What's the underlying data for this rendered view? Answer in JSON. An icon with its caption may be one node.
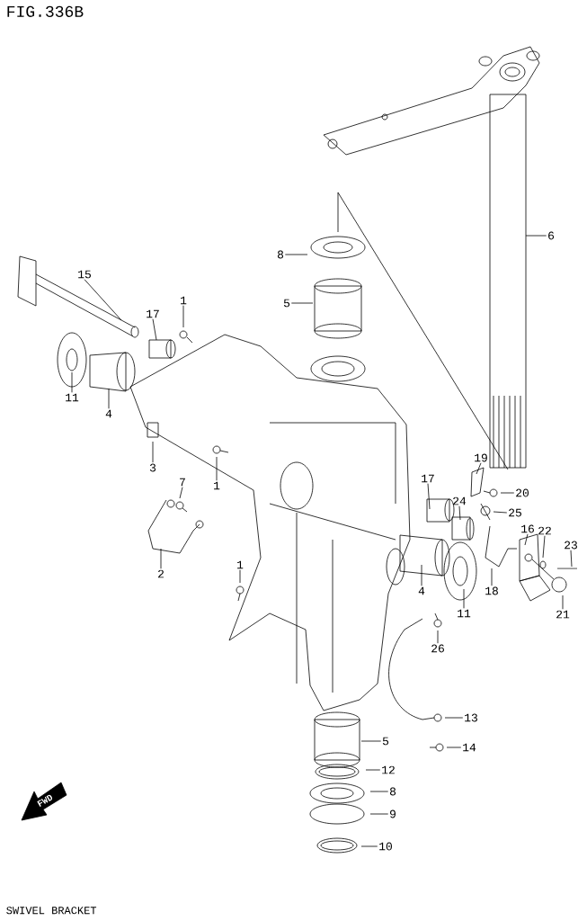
{
  "diagram": {
    "title": "FIG.336B",
    "caption": "SWIVEL BRACKET",
    "nodes": [
      {
        "text": [
          "6"
        ]
      },
      {
        "text": [
          "8"
        ]
      },
      {
        "text": [
          "5"
        ]
      },
      {
        "text": [
          "15"
        ]
      },
      {
        "text": [
          "1"
        ]
      },
      {
        "text": [
          "17"
        ]
      },
      {
        "text": [
          "11"
        ]
      },
      {
        "text": [
          "4"
        ]
      },
      {
        "text": [
          "3"
        ]
      },
      {
        "text": [
          "1"
        ]
      },
      {
        "text": [
          "7"
        ]
      },
      {
        "text": [
          "2"
        ]
      },
      {
        "text": [
          "1"
        ]
      },
      {
        "text": [
          "19"
        ]
      },
      {
        "text": [
          "17"
        ]
      },
      {
        "text": [
          "24"
        ]
      },
      {
        "text": [
          "20"
        ]
      },
      {
        "text": [
          "25"
        ]
      },
      {
        "text": [
          "16"
        ]
      },
      {
        "text": [
          "22"
        ]
      },
      {
        "text": [
          "23"
        ]
      },
      {
        "text": [
          "4"
        ]
      },
      {
        "text": [
          "18"
        ]
      },
      {
        "text": [
          "11"
        ]
      },
      {
        "text": [
          "21"
        ]
      },
      {
        "text": [
          "26"
        ]
      },
      {
        "text": [
          "13"
        ]
      },
      {
        "text": [
          "5"
        ]
      },
      {
        "text": [
          "14"
        ]
      },
      {
        "text": [
          "12"
        ]
      },
      {
        "text": [
          "8"
        ]
      },
      {
        "text": [
          "9"
        ]
      },
      {
        "text": [
          "10"
        ]
      }
    ],
    "edges": [
      {
        "from": 0,
        "to": null,
        "arrow": "none"
      },
      {
        "from": 1,
        "to": null,
        "arrow": "none"
      },
      {
        "from": 2,
        "to": null,
        "arrow": "none"
      },
      {
        "from": 3,
        "to": null,
        "arrow": "none"
      },
      {
        "from": 4,
        "to": null,
        "arrow": "none"
      },
      {
        "from": 5,
        "to": null,
        "arrow": "none"
      },
      {
        "from": 6,
        "to": null,
        "arrow": "none"
      },
      {
        "from": 7,
        "to": null,
        "arrow": "none"
      },
      {
        "from": 8,
        "to": null,
        "arrow": "none"
      },
      {
        "from": 9,
        "to": null,
        "arrow": "none"
      },
      {
        "from": 10,
        "to": null,
        "arrow": "none"
      },
      {
        "from": 11,
        "to": null,
        "arrow": "none"
      },
      {
        "from": 12,
        "to": null,
        "arrow": "none"
      },
      {
        "from": 13,
        "to": null,
        "arrow": "none"
      },
      {
        "from": 14,
        "to": null,
        "arrow": "none"
      },
      {
        "from": 15,
        "to": null,
        "arrow": "none"
      },
      {
        "from": 16,
        "to": null,
        "arrow": "none"
      },
      {
        "from": 17,
        "to": null,
        "arrow": "none"
      },
      {
        "from": 18,
        "to": null,
        "arrow": "none"
      },
      {
        "from": 19,
        "to": null,
        "arrow": "none"
      },
      {
        "from": 20,
        "to": null,
        "arrow": "none"
      },
      {
        "from": 21,
        "to": null,
        "arrow": "none"
      },
      {
        "from": 22,
        "to": null,
        "arrow": "none"
      },
      {
        "from": 23,
        "to": null,
        "arrow": "none"
      },
      {
        "from": 24,
        "to": null,
        "arrow": "none"
      },
      {
        "from": 25,
        "to": null,
        "arrow": "none"
      },
      {
        "from": 26,
        "to": null,
        "arrow": "none"
      },
      {
        "from": 27,
        "to": null,
        "arrow": "none"
      },
      {
        "from": 28,
        "to": null,
        "arrow": "none"
      },
      {
        "from": 29,
        "to": null,
        "arrow": "none"
      },
      {
        "from": 30,
        "to": null,
        "arrow": "none"
      },
      {
        "from": 31,
        "to": null,
        "arrow": "none"
      },
      {
        "from": 32,
        "to": null,
        "arrow": "none"
      }
    ],
    "labels": [
      "FWD"
    ]
  }
}
